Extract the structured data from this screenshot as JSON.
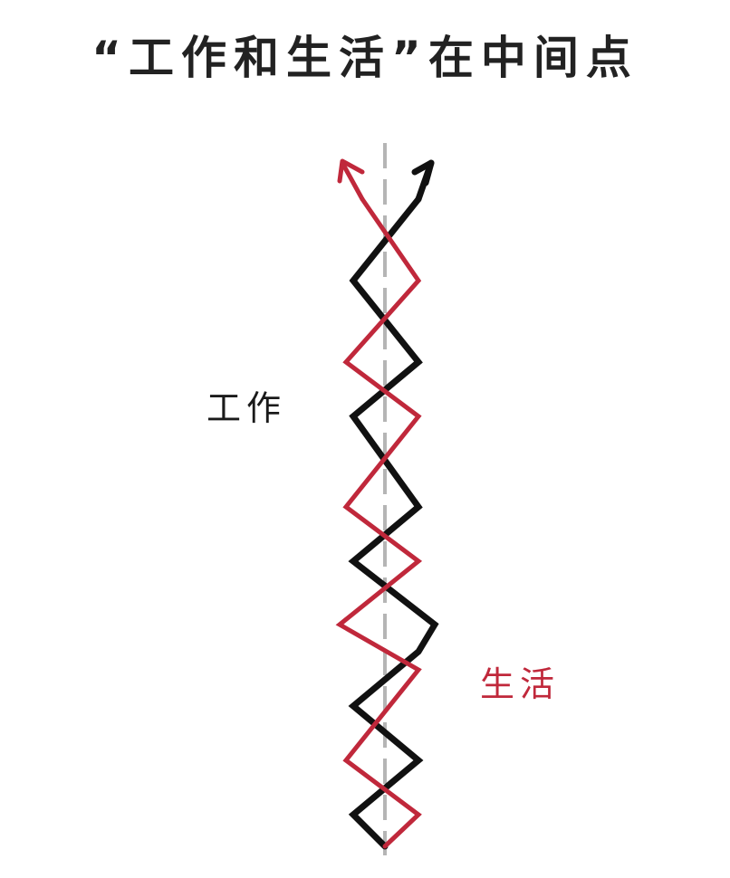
{
  "title": "“工作和生活”在中间点",
  "labels": {
    "work": "工作",
    "life": "生活"
  },
  "colors": {
    "work_line": "#111111",
    "life_line": "#c0283b",
    "center_line": "#b5b5b5"
  }
}
